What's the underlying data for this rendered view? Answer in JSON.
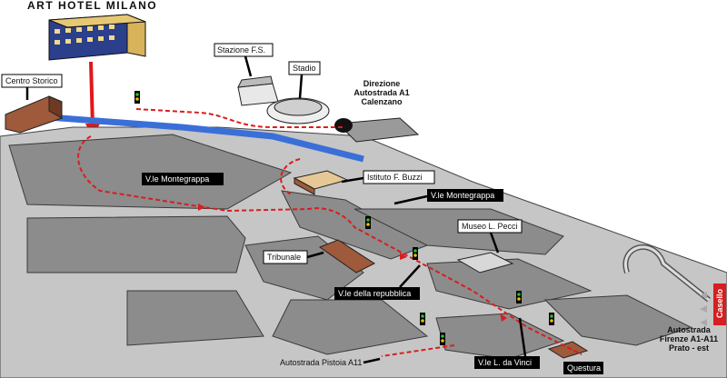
{
  "title": "ART HOTEL MILANO",
  "labels": {
    "centro_storico": "Centro Storico",
    "stazione": "Stazione F.S.",
    "stadio": "Stadio",
    "direzione": [
      "Direzione",
      "Autostrada A1",
      "Calenzano"
    ],
    "montegrappa_1": "V.le Montegrappa",
    "montegrappa_2": "V.le Montegrappa",
    "istituto": "Istituto F. Buzzi",
    "museo": "Museo L. Pecci",
    "tribunale": "Tribunale",
    "repubblica": "V.le della repubblica",
    "da_vinci": "V.le L. da Vinci",
    "questura": "Questura",
    "pistoia": "Autostrada Pistoia A11",
    "autostrada_est": [
      "Autostrada",
      "Firenze A1-A11",
      "Prato - est"
    ],
    "casello": "Casello"
  },
  "colors": {
    "route": "#d81e1e",
    "river": "#3a6fd8",
    "blocks": "#8c8c8c",
    "roads": "#c6c6c6",
    "hotel": "#2c3f8a",
    "hotel_side": "#d8b35a",
    "buildings": "#9e5a3a",
    "casello": "#d81e1e"
  }
}
